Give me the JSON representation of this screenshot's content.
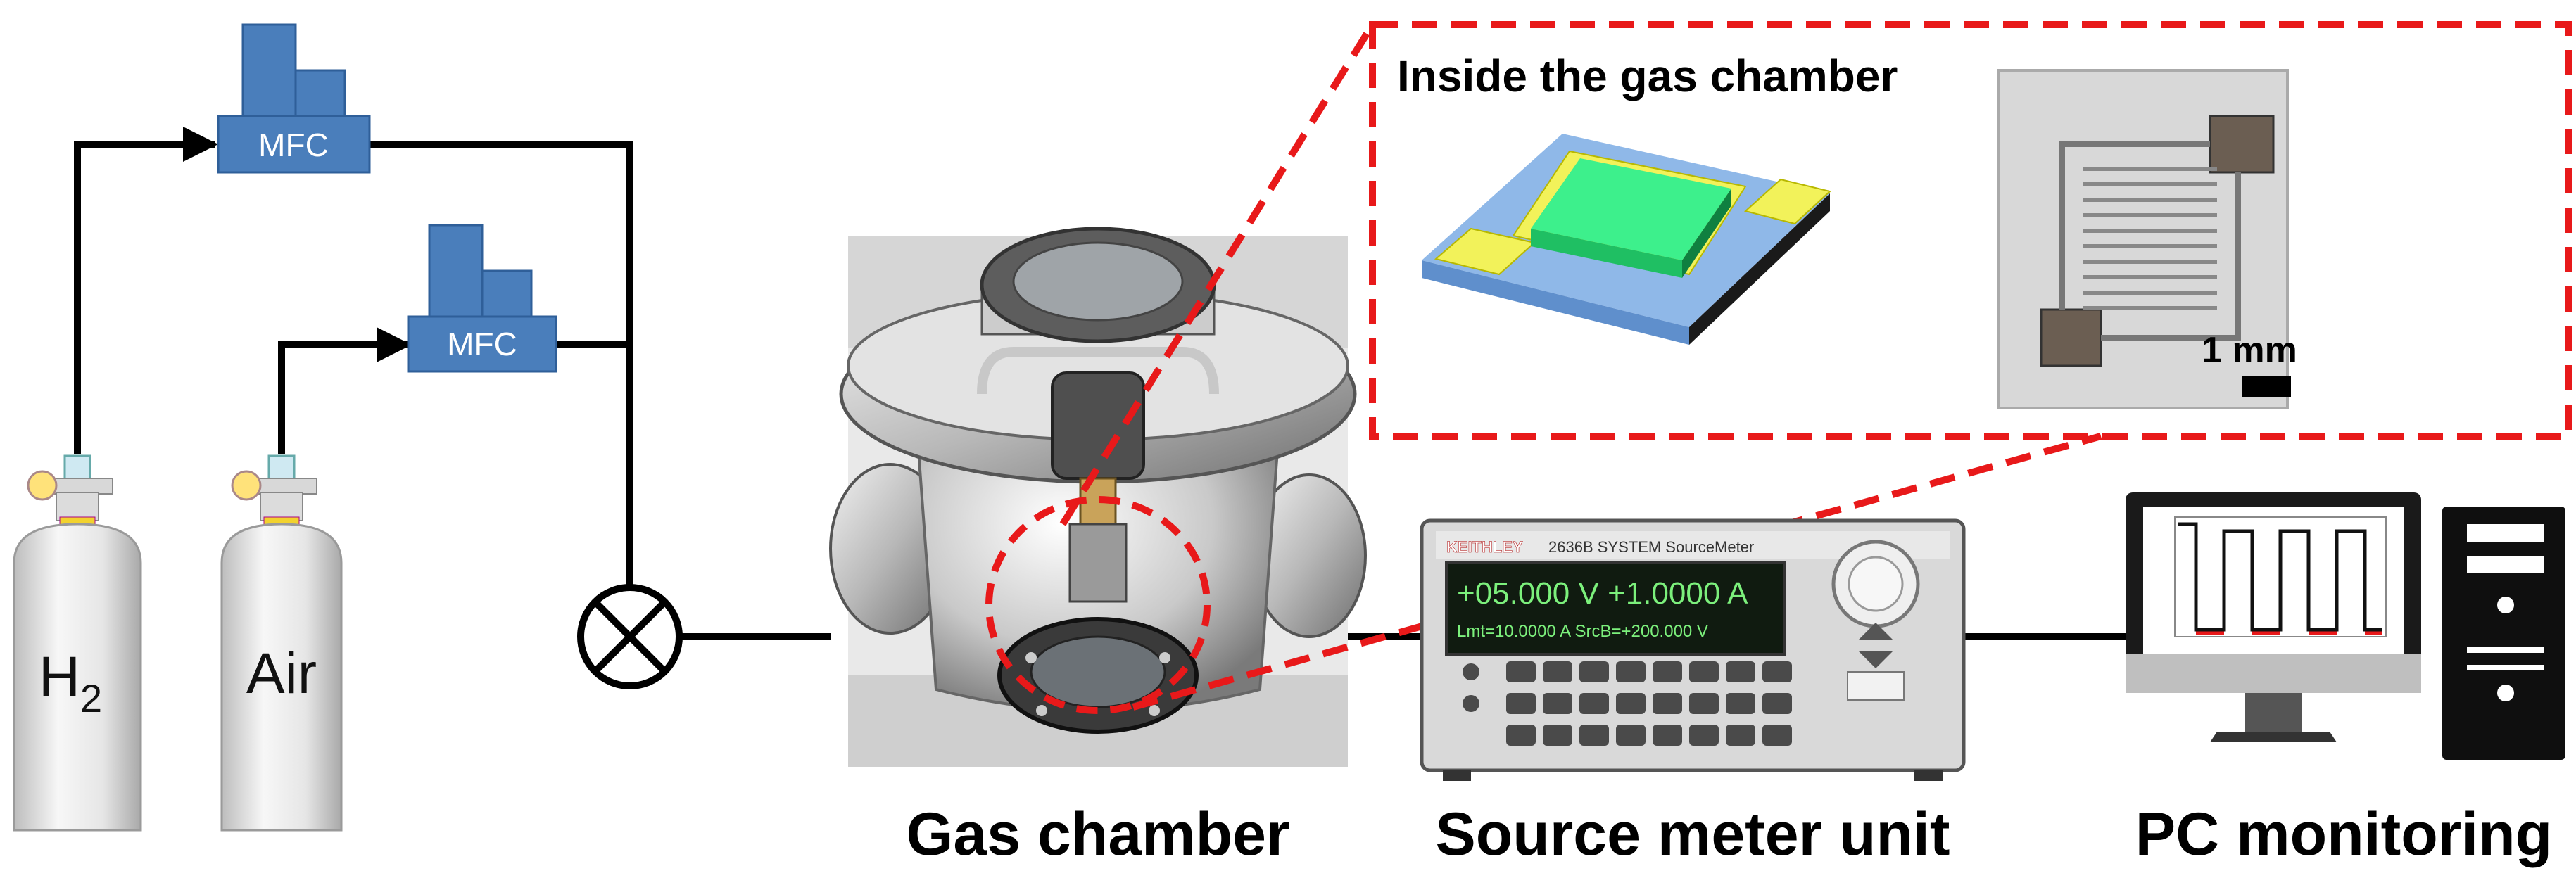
{
  "colors": {
    "line": "#000000",
    "mfc_fill": "#4a7ebb",
    "mfc_text": "#ffffff",
    "inset_border": "#e8191a",
    "cylinder_light": "#f2f2f2",
    "cylinder_dark": "#bdbdbd",
    "substrate": "#8fb8e8",
    "electrode": "#f2f25a",
    "sensing_film": "#3df08c"
  },
  "labels": {
    "mfc_top": "MFC",
    "mfc_bottom": "MFC",
    "cylinder_h2_main": "H",
    "cylinder_h2_sub": "2",
    "cylinder_air": "Air",
    "inset_title": "Inside the gas chamber",
    "scale_bar": "1 mm",
    "gas_chamber": "Gas chamber",
    "source_meter": "Source meter unit",
    "pc_monitoring": "PC monitoring"
  },
  "meter_display": {
    "brand": "KEITHLEY",
    "model": "2636B SYSTEM SourceMeter",
    "line1": "+05.000 V  +1.0000 A",
    "line2": "Lmt=10.0000 A   SrcB=+200.000 V"
  },
  "icons": {
    "mfc": "mass-flow-controller-icon",
    "valve": "mixing-valve-icon",
    "cylinder": "gas-cylinder-icon",
    "monitor": "monitor-icon",
    "tower": "pc-tower-icon",
    "scale_bar": "scale-bar-icon"
  }
}
